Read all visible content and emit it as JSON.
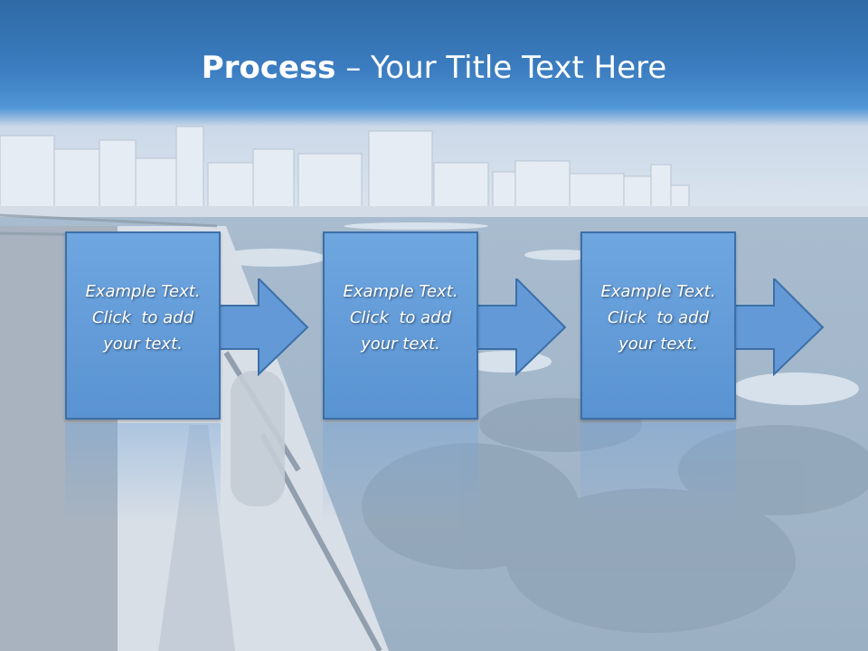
{
  "slide": {
    "title_bold": "Process",
    "title_rest": " – Your Title Text Here",
    "steps": [
      {
        "line1": "Example Text.",
        "line2": "Click  to add",
        "line3": "your text."
      },
      {
        "line1": "Example Text.",
        "line2": "Click  to add",
        "line3": "your text."
      },
      {
        "line1": "Example Text.",
        "line2": "Click  to add",
        "line3": "your text."
      }
    ]
  },
  "colors": {
    "title_band": "#3b7dc0",
    "box_fill": "#6299d6",
    "box_border": "#3c6fa7",
    "text": "#ffffff"
  }
}
